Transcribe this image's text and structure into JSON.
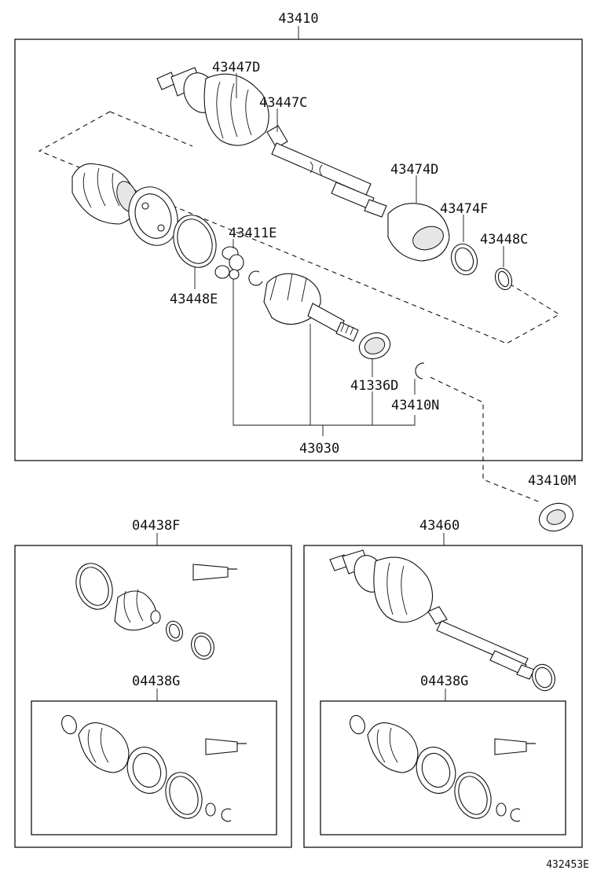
{
  "labels": {
    "assembly_43410": "43410",
    "p43447D": "43447D",
    "p43447C": "43447C",
    "p43474D": "43474D",
    "p43474F": "43474F",
    "p43448C": "43448C",
    "p43411E": "43411E",
    "p43448E": "43448E",
    "p41336D": "41336D",
    "p43410N": "43410N",
    "p43030": "43030",
    "p43410M": "43410M",
    "kit_04438F": "04438F",
    "kit_04438G_left": "04438G",
    "assembly_43460": "43460",
    "kit_04438G_right": "04438G",
    "figure_code": "432453E"
  }
}
